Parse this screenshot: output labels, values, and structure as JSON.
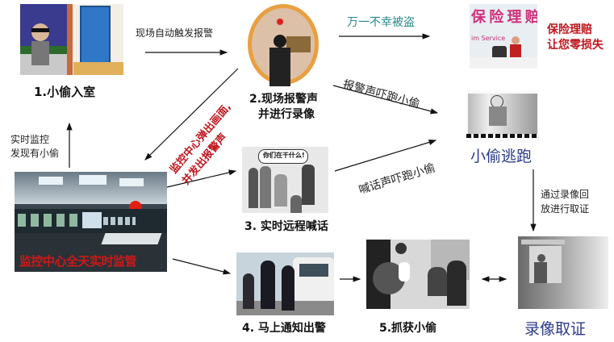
{
  "steps": {
    "step1": {
      "label": "1.小偷入室",
      "image": "thief-entering-door-illustration"
    },
    "step2": {
      "label_line1": "2.现场报警声",
      "label_line2": "并进行录像",
      "image": "alarm-sensor-illustration"
    },
    "step3": {
      "label": "3. 实时远程喊话",
      "image": "remote-shouting-cartoon",
      "speech": "你们在干什么!"
    },
    "step4": {
      "label": "4. 马上通知出警",
      "image": "police-dispatch-photo"
    },
    "step5": {
      "label": "5.抓获小偷",
      "image": "thief-caught-photo"
    }
  },
  "monitor_center": {
    "caption": "监控中心全天实时监管",
    "image": "monitoring-center-photo"
  },
  "insurance": {
    "line1": "保险理赔",
    "line2": "让您零损失",
    "image": "insurance-claim-service-photo",
    "sign_text": "保 险 理 赔",
    "sign_sub": "im Service"
  },
  "thief_escape": {
    "label": "小偷逃跑",
    "image": "thief-escaping-sketch"
  },
  "evidence": {
    "label": "录像取证",
    "image": "cctv-footage-photo"
  },
  "arrows": {
    "auto_alarm": "现场自动触发报警",
    "if_stolen": "万一不幸被盗",
    "alarm_scares": "报警声吓跑小偷",
    "shout_scares": "喊话声吓跑小偷",
    "realtime_line1": "实时监控",
    "realtime_line2": "发现有小偷",
    "center_popup_line1": "监控中心弹出画面,",
    "center_popup_line2": "并发出报警声",
    "playback_line1": "通过录像回",
    "playback_line2": "放进行取证"
  },
  "colors": {
    "red_text": "#c0181e",
    "blue_text": "#2b3a8c",
    "teal_text": "#2a8a8a",
    "arrow": "#111111"
  }
}
